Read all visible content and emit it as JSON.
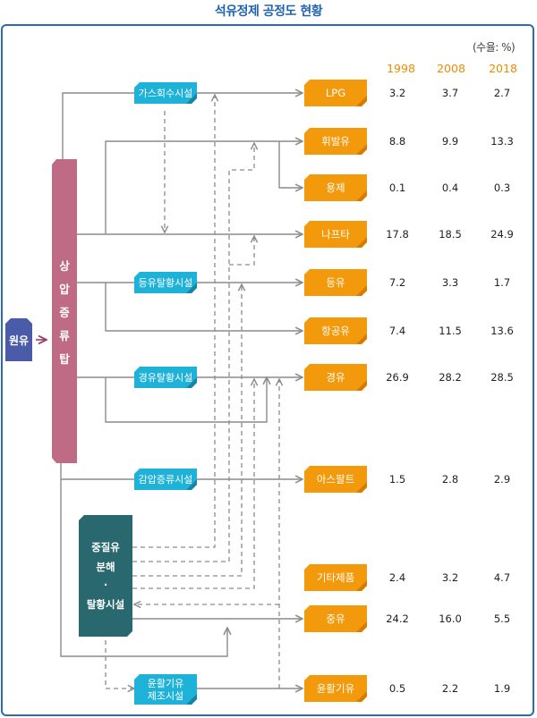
{
  "title": "석유정제 공정도 현황",
  "unit": "(수율: %)",
  "years": [
    "1998",
    "2008",
    "2018"
  ],
  "source": {
    "label": "원유",
    "color": "#4a5ca8"
  },
  "column": {
    "label": "상압증류탑",
    "color": "#c06b86"
  },
  "facilities": [
    {
      "id": "gas",
      "label": "가스회수시설"
    },
    {
      "id": "kero_hds",
      "label": "등유탈황시설"
    },
    {
      "id": "diesel_hds",
      "label": "경유탈황시설"
    },
    {
      "id": "vacuum",
      "label": "감압증류시설"
    },
    {
      "id": "lube",
      "label": "윤활기유 제조시설",
      "lines": [
        "윤활기유",
        "제조시설"
      ]
    }
  ],
  "heavy_oil_unit": {
    "label": "중질유 분해 · 탈황시설",
    "lines": [
      "중질유",
      "분해",
      "·",
      "탈황시설"
    ],
    "color": "#2a6870"
  },
  "products": [
    {
      "label": "LPG",
      "values": [
        "3.2",
        "3.7",
        "2.7"
      ]
    },
    {
      "label": "휘발유",
      "values": [
        "8.8",
        "9.9",
        "13.3"
      ]
    },
    {
      "label": "용제",
      "values": [
        "0.1",
        "0.4",
        "0.3"
      ]
    },
    {
      "label": "나프타",
      "values": [
        "17.8",
        "18.5",
        "24.9"
      ]
    },
    {
      "label": "등유",
      "values": [
        "7.2",
        "3.3",
        "1.7"
      ]
    },
    {
      "label": "항공유",
      "values": [
        "7.4",
        "11.5",
        "13.6"
      ]
    },
    {
      "label": "경유",
      "values": [
        "26.9",
        "28.2",
        "28.5"
      ]
    },
    {
      "label": "아스팔트",
      "values": [
        "1.5",
        "2.8",
        "2.9"
      ]
    },
    {
      "label": "기타제품",
      "values": [
        "2.4",
        "3.2",
        "4.7"
      ]
    },
    {
      "label": "중유",
      "values": [
        "24.2",
        "16.0",
        "5.5"
      ]
    },
    {
      "label": "윤활기유",
      "values": [
        "0.5",
        "2.2",
        "1.9"
      ]
    }
  ],
  "colors": {
    "facility": "#1fb2d8",
    "product": "#f39a0c",
    "line": "#8c8c8c",
    "accent": "#2b6db5"
  }
}
